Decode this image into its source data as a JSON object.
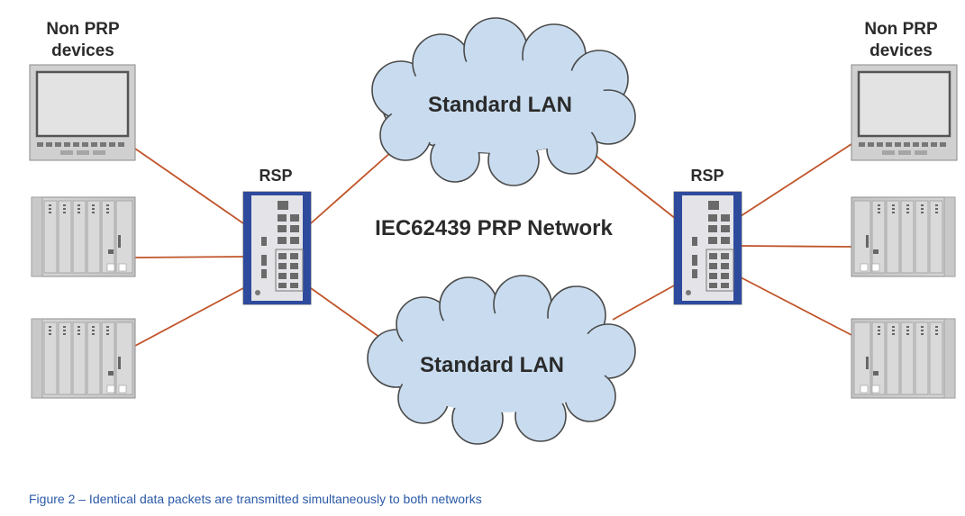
{
  "diagram": {
    "labels": {
      "left_devices": [
        "Non PRP",
        "devices"
      ],
      "right_devices": [
        "Non PRP",
        "devices"
      ],
      "left_switch": "RSP",
      "right_switch": "RSP",
      "lan_top": "Standard LAN",
      "lan_bottom": "Standard LAN",
      "network": "IEC62439 PRP Network"
    },
    "colors": {
      "link": "#c0552a",
      "cloud_fill": "#c9dcef",
      "cloud_stroke": "#4a4a4a",
      "switch_blue": "#2e4a9c",
      "caption": "#2b5aa7"
    },
    "nodes": [
      {
        "name": "left-monitor",
        "type": "monitor"
      },
      {
        "name": "left-rack-1",
        "type": "rack"
      },
      {
        "name": "left-rack-2",
        "type": "rack"
      },
      {
        "name": "left-rsp-switch",
        "type": "switch"
      },
      {
        "name": "lan-top-cloud",
        "type": "cloud"
      },
      {
        "name": "lan-bottom-cloud",
        "type": "cloud"
      },
      {
        "name": "right-rsp-switch",
        "type": "switch"
      },
      {
        "name": "right-monitor",
        "type": "monitor"
      },
      {
        "name": "right-rack-1",
        "type": "rack"
      },
      {
        "name": "right-rack-2",
        "type": "rack"
      }
    ]
  },
  "caption": "Figure 2 – Identical data packets are transmitted simultaneously to both networks"
}
